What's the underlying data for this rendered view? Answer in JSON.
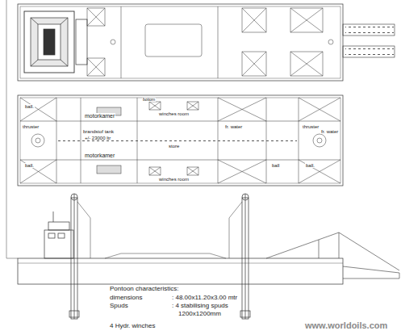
{
  "diagram": {
    "labels": [
      "bottom",
      "winches room",
      "ball.",
      "thruster",
      "motorkamer",
      "brandstof tank",
      "+/- 23000 ltr",
      "store",
      "fr. water",
      "thruster",
      "fr. water",
      "ball.",
      "motorkamer",
      "winches room",
      "ball",
      "ball.",
      "Pontoon characteristics:",
      "dimensions",
      ": 48.00x11.20x3.00 mtr",
      "Spuds",
      ": 4 stabilising spuds",
      "1200x1200mm",
      "4 Hydr. winches",
      "www.worldoils.com"
    ]
  }
}
